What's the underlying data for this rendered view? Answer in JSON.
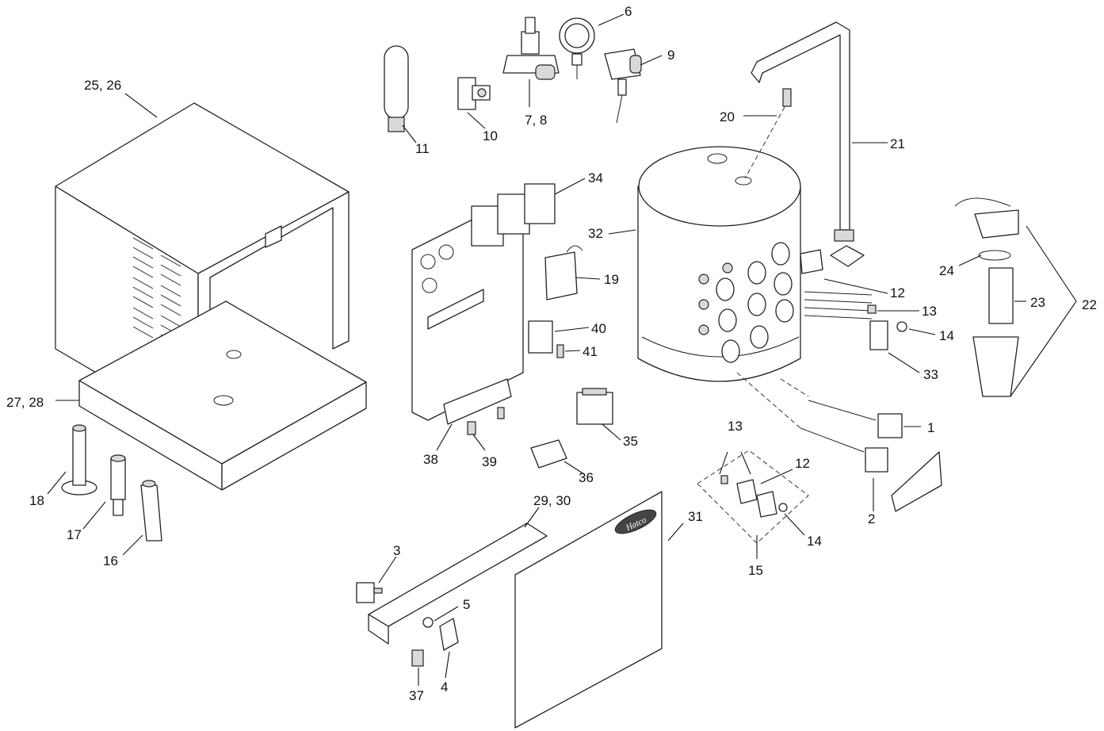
{
  "logo": {
    "text": "Hatco"
  },
  "callouts": [
    {
      "key": "c1",
      "label": "1"
    },
    {
      "key": "c2",
      "label": "2"
    },
    {
      "key": "c3",
      "label": "3"
    },
    {
      "key": "c4",
      "label": "4"
    },
    {
      "key": "c5",
      "label": "5"
    },
    {
      "key": "c6",
      "label": "6"
    },
    {
      "key": "c7_8",
      "label": "7, 8"
    },
    {
      "key": "c9",
      "label": "9"
    },
    {
      "key": "c10",
      "label": "10"
    },
    {
      "key": "c11",
      "label": "11"
    },
    {
      "key": "c12a",
      "label": "12"
    },
    {
      "key": "c12b",
      "label": "12"
    },
    {
      "key": "c13a",
      "label": "13"
    },
    {
      "key": "c13b",
      "label": "13"
    },
    {
      "key": "c14a",
      "label": "14"
    },
    {
      "key": "c14b",
      "label": "14"
    },
    {
      "key": "c15",
      "label": "15"
    },
    {
      "key": "c16",
      "label": "16"
    },
    {
      "key": "c17",
      "label": "17"
    },
    {
      "key": "c18",
      "label": "18"
    },
    {
      "key": "c19",
      "label": "19"
    },
    {
      "key": "c20",
      "label": "20"
    },
    {
      "key": "c21",
      "label": "21"
    },
    {
      "key": "c22",
      "label": "22"
    },
    {
      "key": "c23",
      "label": "23"
    },
    {
      "key": "c24",
      "label": "24"
    },
    {
      "key": "c25_26",
      "label": "25, 26"
    },
    {
      "key": "c27_28",
      "label": "27, 28"
    },
    {
      "key": "c29_30",
      "label": "29, 30"
    },
    {
      "key": "c31",
      "label": "31"
    },
    {
      "key": "c32",
      "label": "32"
    },
    {
      "key": "c33",
      "label": "33"
    },
    {
      "key": "c34",
      "label": "34"
    },
    {
      "key": "c35",
      "label": "35"
    },
    {
      "key": "c36",
      "label": "36"
    },
    {
      "key": "c37",
      "label": "37"
    },
    {
      "key": "c38",
      "label": "38"
    },
    {
      "key": "c39",
      "label": "39"
    },
    {
      "key": "c40",
      "label": "40"
    },
    {
      "key": "c41",
      "label": "41"
    }
  ]
}
